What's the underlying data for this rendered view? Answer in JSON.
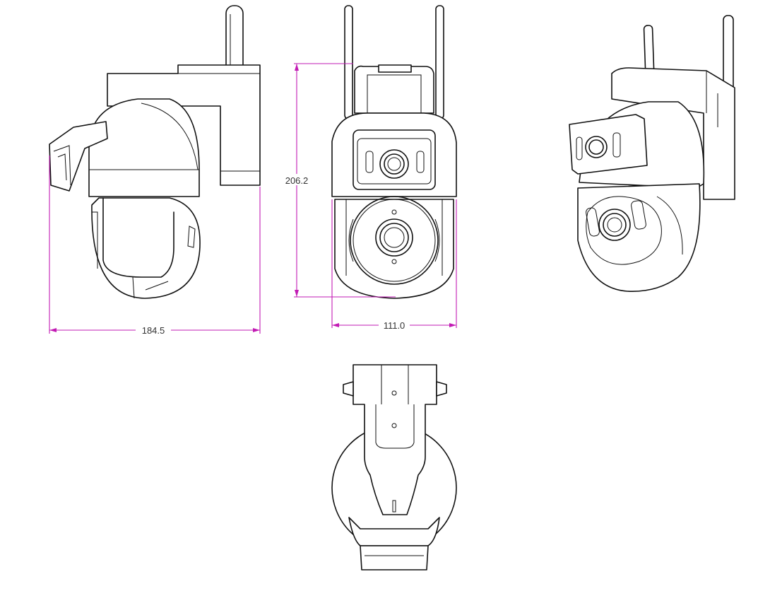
{
  "dimensions": {
    "width_label": "184.5",
    "height_label": "206.2",
    "front_width_label": "111.0"
  },
  "colors": {
    "line": "#111111",
    "dimension_line": "#c21bb4",
    "dimension_text": "#333333",
    "background": "#ffffff"
  }
}
